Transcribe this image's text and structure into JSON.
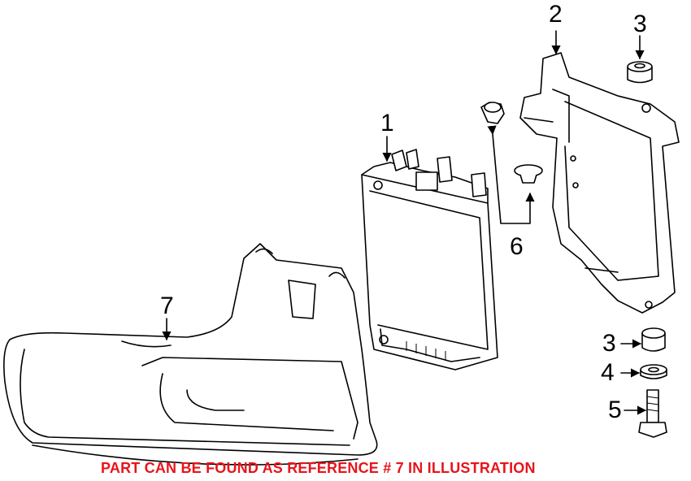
{
  "callouts": {
    "c1": "1",
    "c2": "2",
    "c3a": "3",
    "c3b": "3",
    "c4": "4",
    "c5": "5",
    "c6": "6",
    "c7": "7"
  },
  "caption": "PART CAN BE FOUND AS REFERENCE # 7 IN ILLUSTRATION",
  "colors": {
    "caption": "#e8141b",
    "lines": "#000000"
  }
}
